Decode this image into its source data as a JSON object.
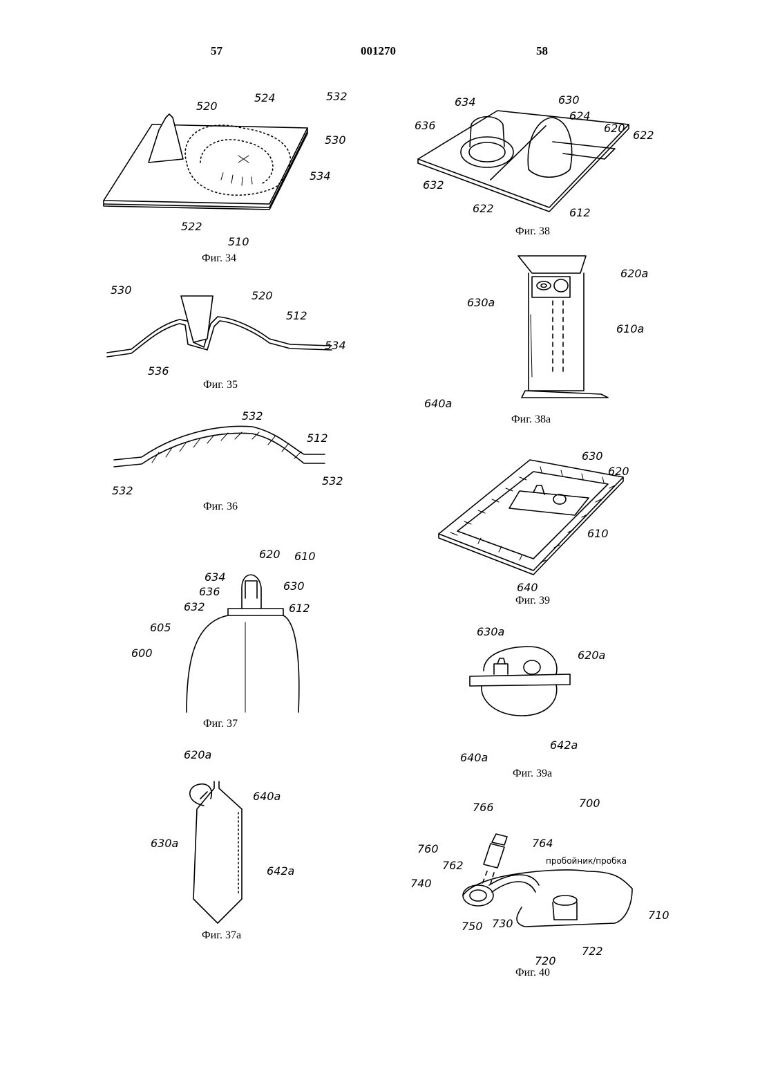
{
  "header": {
    "page_left": "57",
    "patent_number": "001270",
    "page_right": "58"
  },
  "figures": {
    "fig34": {
      "caption": "Фиг. 34",
      "labels": [
        "520",
        "524",
        "532",
        "530",
        "534",
        "522",
        "510"
      ]
    },
    "fig35": {
      "caption": "Фиг. 35",
      "labels": [
        "530",
        "520",
        "512",
        "534",
        "536"
      ]
    },
    "fig36": {
      "caption": "Фиг. 36",
      "labels": [
        "532",
        "512",
        "532",
        "532"
      ]
    },
    "fig37": {
      "caption": "Фиг. 37",
      "labels": [
        "620",
        "610",
        "634",
        "636",
        "630",
        "632",
        "612",
        "605",
        "600"
      ]
    },
    "fig37a": {
      "caption": "Фиг. 37a",
      "labels": [
        "620a",
        "640a",
        "630a",
        "642a"
      ]
    },
    "fig38": {
      "caption": "Фиг. 38",
      "labels": [
        "634",
        "630",
        "636",
        "624",
        "620",
        "622",
        "632",
        "622",
        "612"
      ]
    },
    "fig38a": {
      "caption": "Фиг. 38a",
      "labels": [
        "620a",
        "630a",
        "610a",
        "640a"
      ]
    },
    "fig39": {
      "caption": "Фиг. 39",
      "labels": [
        "630",
        "620",
        "610",
        "640"
      ]
    },
    "fig39a": {
      "caption": "Фиг. 39a",
      "labels": [
        "630a",
        "620a",
        "642a",
        "640a"
      ]
    },
    "fig40": {
      "caption": "Фиг. 40",
      "labels": [
        "766",
        "700",
        "760",
        "764",
        "762",
        "пробойник/пробка",
        "740",
        "750",
        "730",
        "710",
        "720",
        "722"
      ]
    }
  }
}
